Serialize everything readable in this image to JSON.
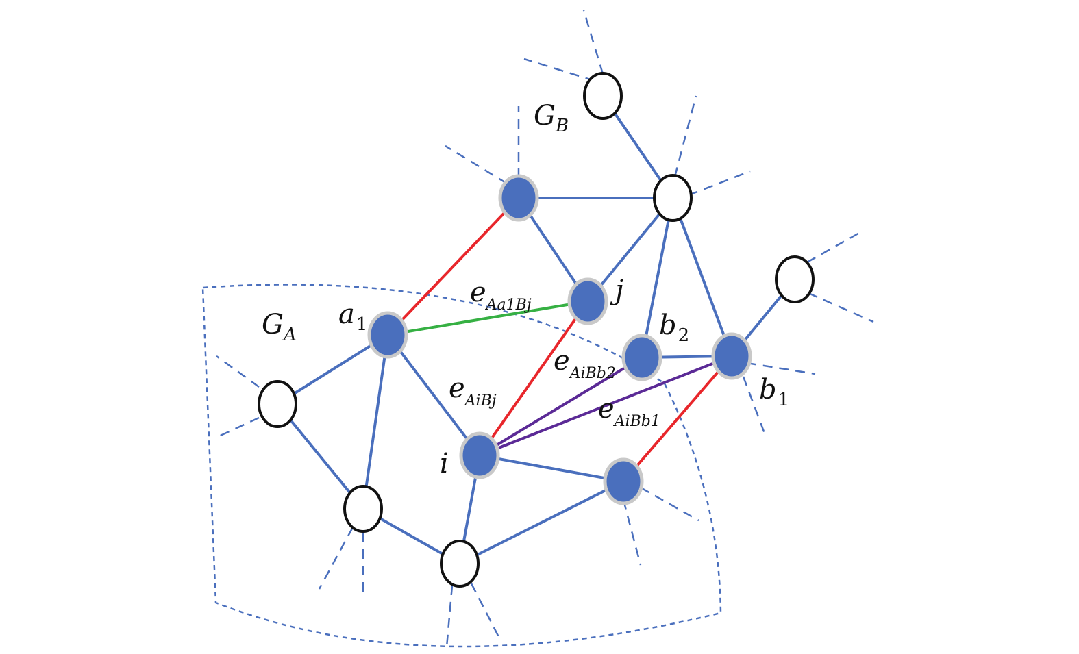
{
  "colors": {
    "network_edge": "#4a6fbd",
    "inter_network_edge": "#e8262b",
    "e_Aa1Bj_edge": "#36b043",
    "e_AiBb_edges": "#5b2a96",
    "active_node_fill": "#4a6fbd",
    "inactive_node_fill": "#ffffff"
  },
  "labels": {
    "GA": {
      "base": "G",
      "sub": "A"
    },
    "GB": {
      "base": "G",
      "sub": "B"
    },
    "a1": {
      "base": "a",
      "sub": "1"
    },
    "b1": {
      "base": "b",
      "sub": "1"
    },
    "b2": {
      "base": "b",
      "sub": "2"
    },
    "i": {
      "base": "i"
    },
    "j": {
      "base": "j"
    },
    "eAa1Bj": {
      "base": "e",
      "sub": "Aa1Bj"
    },
    "eAiBj": {
      "base": "e",
      "sub": "AiBj"
    },
    "eAiBb2": {
      "base": "e",
      "sub": "AiBb2"
    },
    "eAiBb1": {
      "base": "e",
      "sub": "AiBb1"
    }
  },
  "nodes": [
    {
      "id": "a1",
      "kind": "filled"
    },
    {
      "id": "i",
      "kind": "filled"
    },
    {
      "id": "j",
      "kind": "filled"
    },
    {
      "id": "b1",
      "kind": "filled"
    },
    {
      "id": "b2",
      "kind": "filled"
    },
    {
      "id": "top_filled",
      "kind": "filled"
    },
    {
      "id": "lower_filled",
      "kind": "filled"
    },
    {
      "id": "left_hollow",
      "kind": "hollow"
    },
    {
      "id": "bottom_left_hollow",
      "kind": "hollow"
    },
    {
      "id": "bottom_hollow",
      "kind": "hollow"
    },
    {
      "id": "top_hollow",
      "kind": "hollow"
    },
    {
      "id": "hub_hollow",
      "kind": "hollow"
    },
    {
      "id": "right_hollow",
      "kind": "hollow"
    }
  ],
  "edges": [
    {
      "from": "a1",
      "to": "left_hollow",
      "type": "network"
    },
    {
      "from": "a1",
      "to": "bottom_left_hollow",
      "type": "network"
    },
    {
      "from": "a1",
      "to": "i",
      "type": "network"
    },
    {
      "from": "left_hollow",
      "to": "bottom_left_hollow",
      "type": "network"
    },
    {
      "from": "bottom_left_hollow",
      "to": "bottom_hollow",
      "type": "network"
    },
    {
      "from": "i",
      "to": "bottom_hollow",
      "type": "network"
    },
    {
      "from": "i",
      "to": "lower_filled",
      "type": "network"
    },
    {
      "from": "bottom_hollow",
      "to": "lower_filled",
      "type": "network"
    },
    {
      "from": "top_filled",
      "to": "hub_hollow",
      "type": "network"
    },
    {
      "from": "top_filled",
      "to": "j",
      "type": "network"
    },
    {
      "from": "j",
      "to": "hub_hollow",
      "type": "network"
    },
    {
      "from": "top_hollow",
      "to": "hub_hollow",
      "type": "network"
    },
    {
      "from": "hub_hollow",
      "to": "b2",
      "type": "network"
    },
    {
      "from": "hub_hollow",
      "to": "b1",
      "type": "network"
    },
    {
      "from": "b2",
      "to": "b1",
      "type": "network"
    },
    {
      "from": "b1",
      "to": "right_hollow",
      "type": "network"
    },
    {
      "from": "a1",
      "to": "top_filled",
      "type": "interdependent"
    },
    {
      "from": "i",
      "to": "j",
      "type": "interdependent"
    },
    {
      "from": "b1",
      "to": "lower_filled",
      "type": "interdependent"
    },
    {
      "from": "a1",
      "to": "j",
      "type": "e_Aa1Bj"
    },
    {
      "from": "i",
      "to": "b2",
      "type": "e_AiBb"
    },
    {
      "from": "i",
      "to": "b1",
      "type": "e_AiBb"
    }
  ]
}
